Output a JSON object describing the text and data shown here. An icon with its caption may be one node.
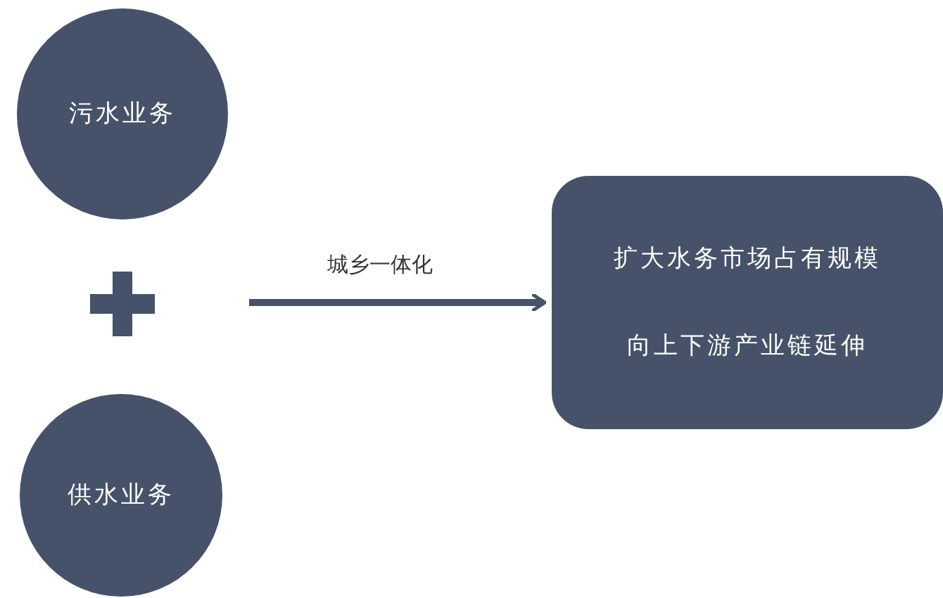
{
  "diagram": {
    "nodes": [
      {
        "text": [
          "污水业务"
        ]
      },
      {
        "text": [
          "供水业务"
        ]
      },
      {
        "text": [
          "扩大水务市场占有规模",
          "向上下游产业链延伸"
        ]
      }
    ],
    "edges": [
      {
        "from": null,
        "to": 2,
        "arrow": "to",
        "label": "城乡一体化"
      }
    ]
  }
}
